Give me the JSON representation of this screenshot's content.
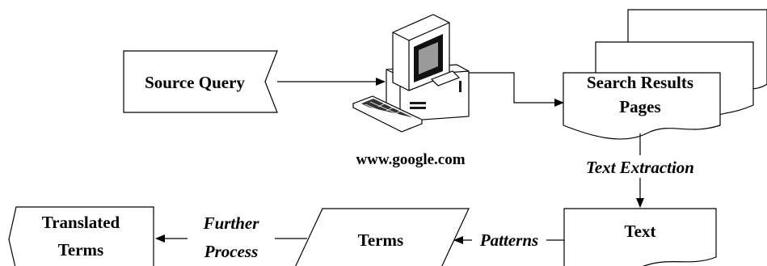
{
  "nodes": {
    "source_query": "Source Query",
    "search_results_line1": "Search Results",
    "search_results_line2": "Pages",
    "text": "Text",
    "terms": "Terms",
    "translated_line1": "Translated",
    "translated_line2": "Terms"
  },
  "computer_caption": "www.google.com",
  "edges": {
    "text_extraction": "Text Extraction",
    "patterns": "Patterns",
    "further_line1": "Further",
    "further_line2": "Process"
  },
  "icons": {
    "computer": "desktop-computer-icon",
    "arrowhead": "triangle-arrowhead"
  }
}
